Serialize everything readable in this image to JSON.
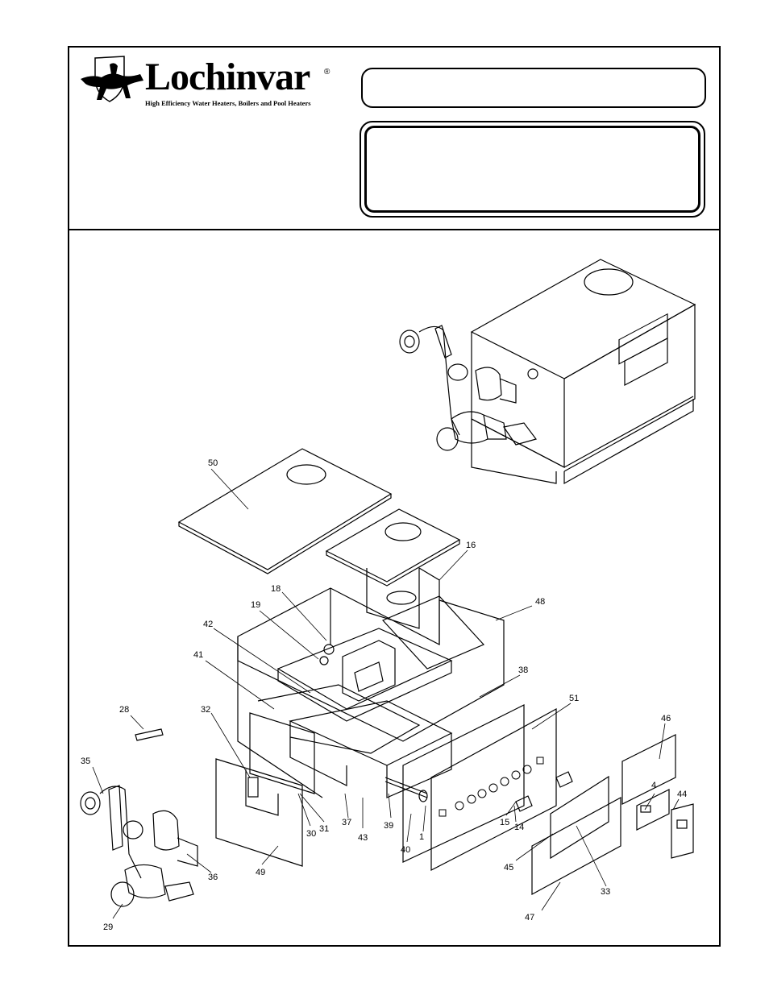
{
  "header": {
    "brand_name": "Lochinvar",
    "registered_mark": "®",
    "tagline": "High Efficiency Water Heaters, Boilers and Pool Heaters",
    "logo_icon": "horse-and-rider-logo-icon"
  },
  "parts": {
    "p1": "1",
    "p4": "4",
    "p14": "14",
    "p15": "15",
    "p16": "16",
    "p18": "18",
    "p19": "19",
    "p28": "28",
    "p29": "29",
    "p30": "30",
    "p31": "31",
    "p32": "32",
    "p33": "33",
    "p35": "35",
    "p36": "36",
    "p37": "37",
    "p38": "38",
    "p39": "39",
    "p40": "40",
    "p41": "41",
    "p42": "42",
    "p43": "43",
    "p44": "44",
    "p45": "45",
    "p46": "46",
    "p47": "47",
    "p48": "48",
    "p49": "49",
    "p50": "50",
    "p51": "51"
  }
}
